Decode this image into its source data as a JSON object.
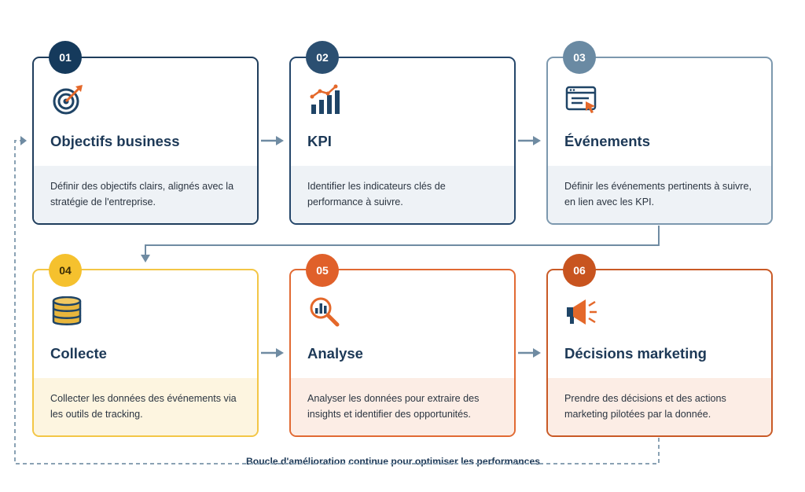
{
  "steps": [
    {
      "number": "01",
      "title": "Objectifs business",
      "description": "Définir des objectifs clairs, alignés avec la stratégie de l'entreprise.",
      "icon": "target-icon",
      "border_color": "#1f3d5c",
      "badge_color": "#153a5c",
      "panel_color": "#eef2f6",
      "icon_color": "#1f4466",
      "accent_color": "#e4682a"
    },
    {
      "number": "02",
      "title": "KPI",
      "description": "Identifier les indicateurs clés de performance à suivre.",
      "icon": "chart-icon",
      "border_color": "#24466a",
      "badge_color": "#2b4f71",
      "panel_color": "#eef2f6",
      "icon_color": "#1f4466",
      "accent_color": "#e4682a"
    },
    {
      "number": "03",
      "title": "Événements",
      "description": "Définir les événements pertinents à suivre, en lien avec les KPI.",
      "icon": "browser-click-icon",
      "border_color": "#7c98ae",
      "badge_color": "#6a8aa3",
      "panel_color": "#eef2f6",
      "icon_color": "#1f4466",
      "accent_color": "#e4682a"
    },
    {
      "number": "04",
      "title": "Collecte",
      "description": "Collecter les données des événements via les outils de tracking.",
      "icon": "database-icon",
      "border_color": "#f3c646",
      "badge_color": "#f5c12e",
      "panel_color": "#fdf5e0",
      "icon_color": "#1f4466",
      "accent_color": "#e8b63c"
    },
    {
      "number": "05",
      "title": "Analyse",
      "description": "Analyser les données pour extraire des insights et identifier des opportunités.",
      "icon": "magnifier-chart-icon",
      "border_color": "#e16a33",
      "badge_color": "#e0602a",
      "panel_color": "#fcede5",
      "icon_color": "#1f4466",
      "accent_color": "#e4682a"
    },
    {
      "number": "06",
      "title": "Décisions marketing",
      "description": "Prendre des décisions et des actions marketing pilotées par la donnée.",
      "icon": "megaphone-icon",
      "border_color": "#c95a26",
      "badge_color": "#c8541f",
      "panel_color": "#fcede5",
      "icon_color": "#1f4466",
      "accent_color": "#e4682a"
    }
  ],
  "loop": {
    "label": "Boucle d'amélioration continue pour optimiser les performances",
    "line_color": "#8aa2b4"
  },
  "arrow_color": "#6f8ba2"
}
